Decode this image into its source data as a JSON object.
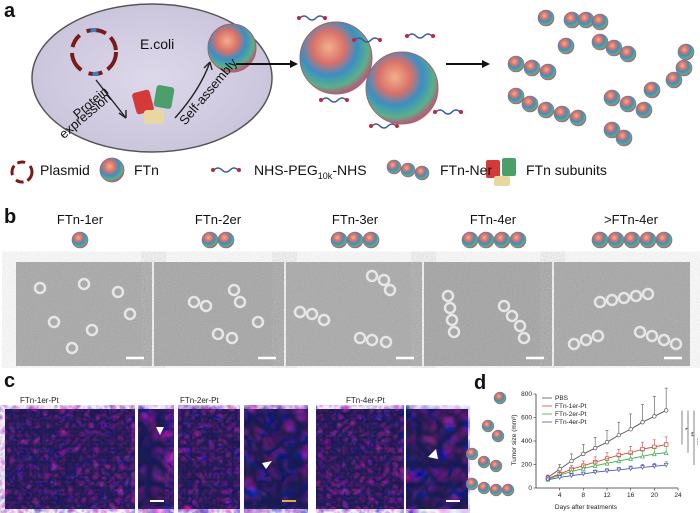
{
  "panels": {
    "a": {
      "letter": "a",
      "cell_label": "E.coli",
      "arrow_protein": "Protein",
      "arrow_expression": "expression",
      "arrow_selfassembly": "Self-assembly",
      "legend": {
        "plasmid": "Plasmid",
        "ftn": "FTn",
        "peg_pre": "NHS-PEG",
        "peg_sub": "10k",
        "peg_post": "-NHS",
        "ftn_ner": "FTn-Ner",
        "subunits": "FTn subunits"
      }
    },
    "b": {
      "letter": "b",
      "labels": [
        "FTn-1er",
        "FTn-2er",
        "FTn-3er",
        "FTn-4er",
        ">FTn-4er"
      ]
    },
    "c": {
      "letter": "c",
      "labels": [
        "FTn-1er-Pt",
        "FTn-2er-Pt",
        "FTn-4er-Pt"
      ]
    },
    "d": {
      "letter": "d"
    }
  },
  "chart_data": {
    "type": "line",
    "xlabel": "Days after treatments",
    "ylabel": "Tumor size (mm³)",
    "xlim": [
      0,
      24
    ],
    "ylim": [
      0,
      800
    ],
    "xticks": [
      4,
      8,
      12,
      16,
      20,
      24
    ],
    "yticks": [
      0,
      200,
      400,
      600,
      800
    ],
    "x": [
      2,
      4,
      6,
      8,
      10,
      12,
      14,
      16,
      18,
      20,
      22
    ],
    "series": [
      {
        "name": "PBS",
        "color": "#555555",
        "marker": "circle",
        "values": [
          90,
          160,
          230,
          290,
          340,
          390,
          450,
          500,
          560,
          610,
          660
        ],
        "err": [
          20,
          40,
          60,
          80,
          90,
          100,
          110,
          130,
          150,
          170,
          190
        ]
      },
      {
        "name": "FTn-1er-Pt",
        "color": "#e0403a",
        "marker": "square",
        "values": [
          80,
          120,
          160,
          190,
          220,
          250,
          280,
          300,
          330,
          350,
          370
        ],
        "err": [
          15,
          25,
          30,
          40,
          45,
          50,
          50,
          55,
          60,
          60,
          65
        ]
      },
      {
        "name": "FTn-2er-Pt",
        "color": "#3cae4a",
        "marker": "triangle-up",
        "values": [
          75,
          110,
          140,
          165,
          190,
          210,
          230,
          250,
          270,
          290,
          300
        ],
        "err": [
          10,
          20,
          25,
          30,
          35,
          40,
          40,
          45,
          50,
          50,
          55
        ]
      },
      {
        "name": "FTn-4er-Pt",
        "color": "#4a55b8",
        "marker": "triangle-down",
        "values": [
          70,
          90,
          105,
          120,
          135,
          145,
          155,
          165,
          175,
          185,
          195
        ],
        "err": [
          8,
          10,
          12,
          15,
          18,
          20,
          20,
          22,
          25,
          25,
          28
        ]
      }
    ],
    "significance": [
      "*",
      "**",
      "***"
    ],
    "legend_position": "top-left"
  }
}
